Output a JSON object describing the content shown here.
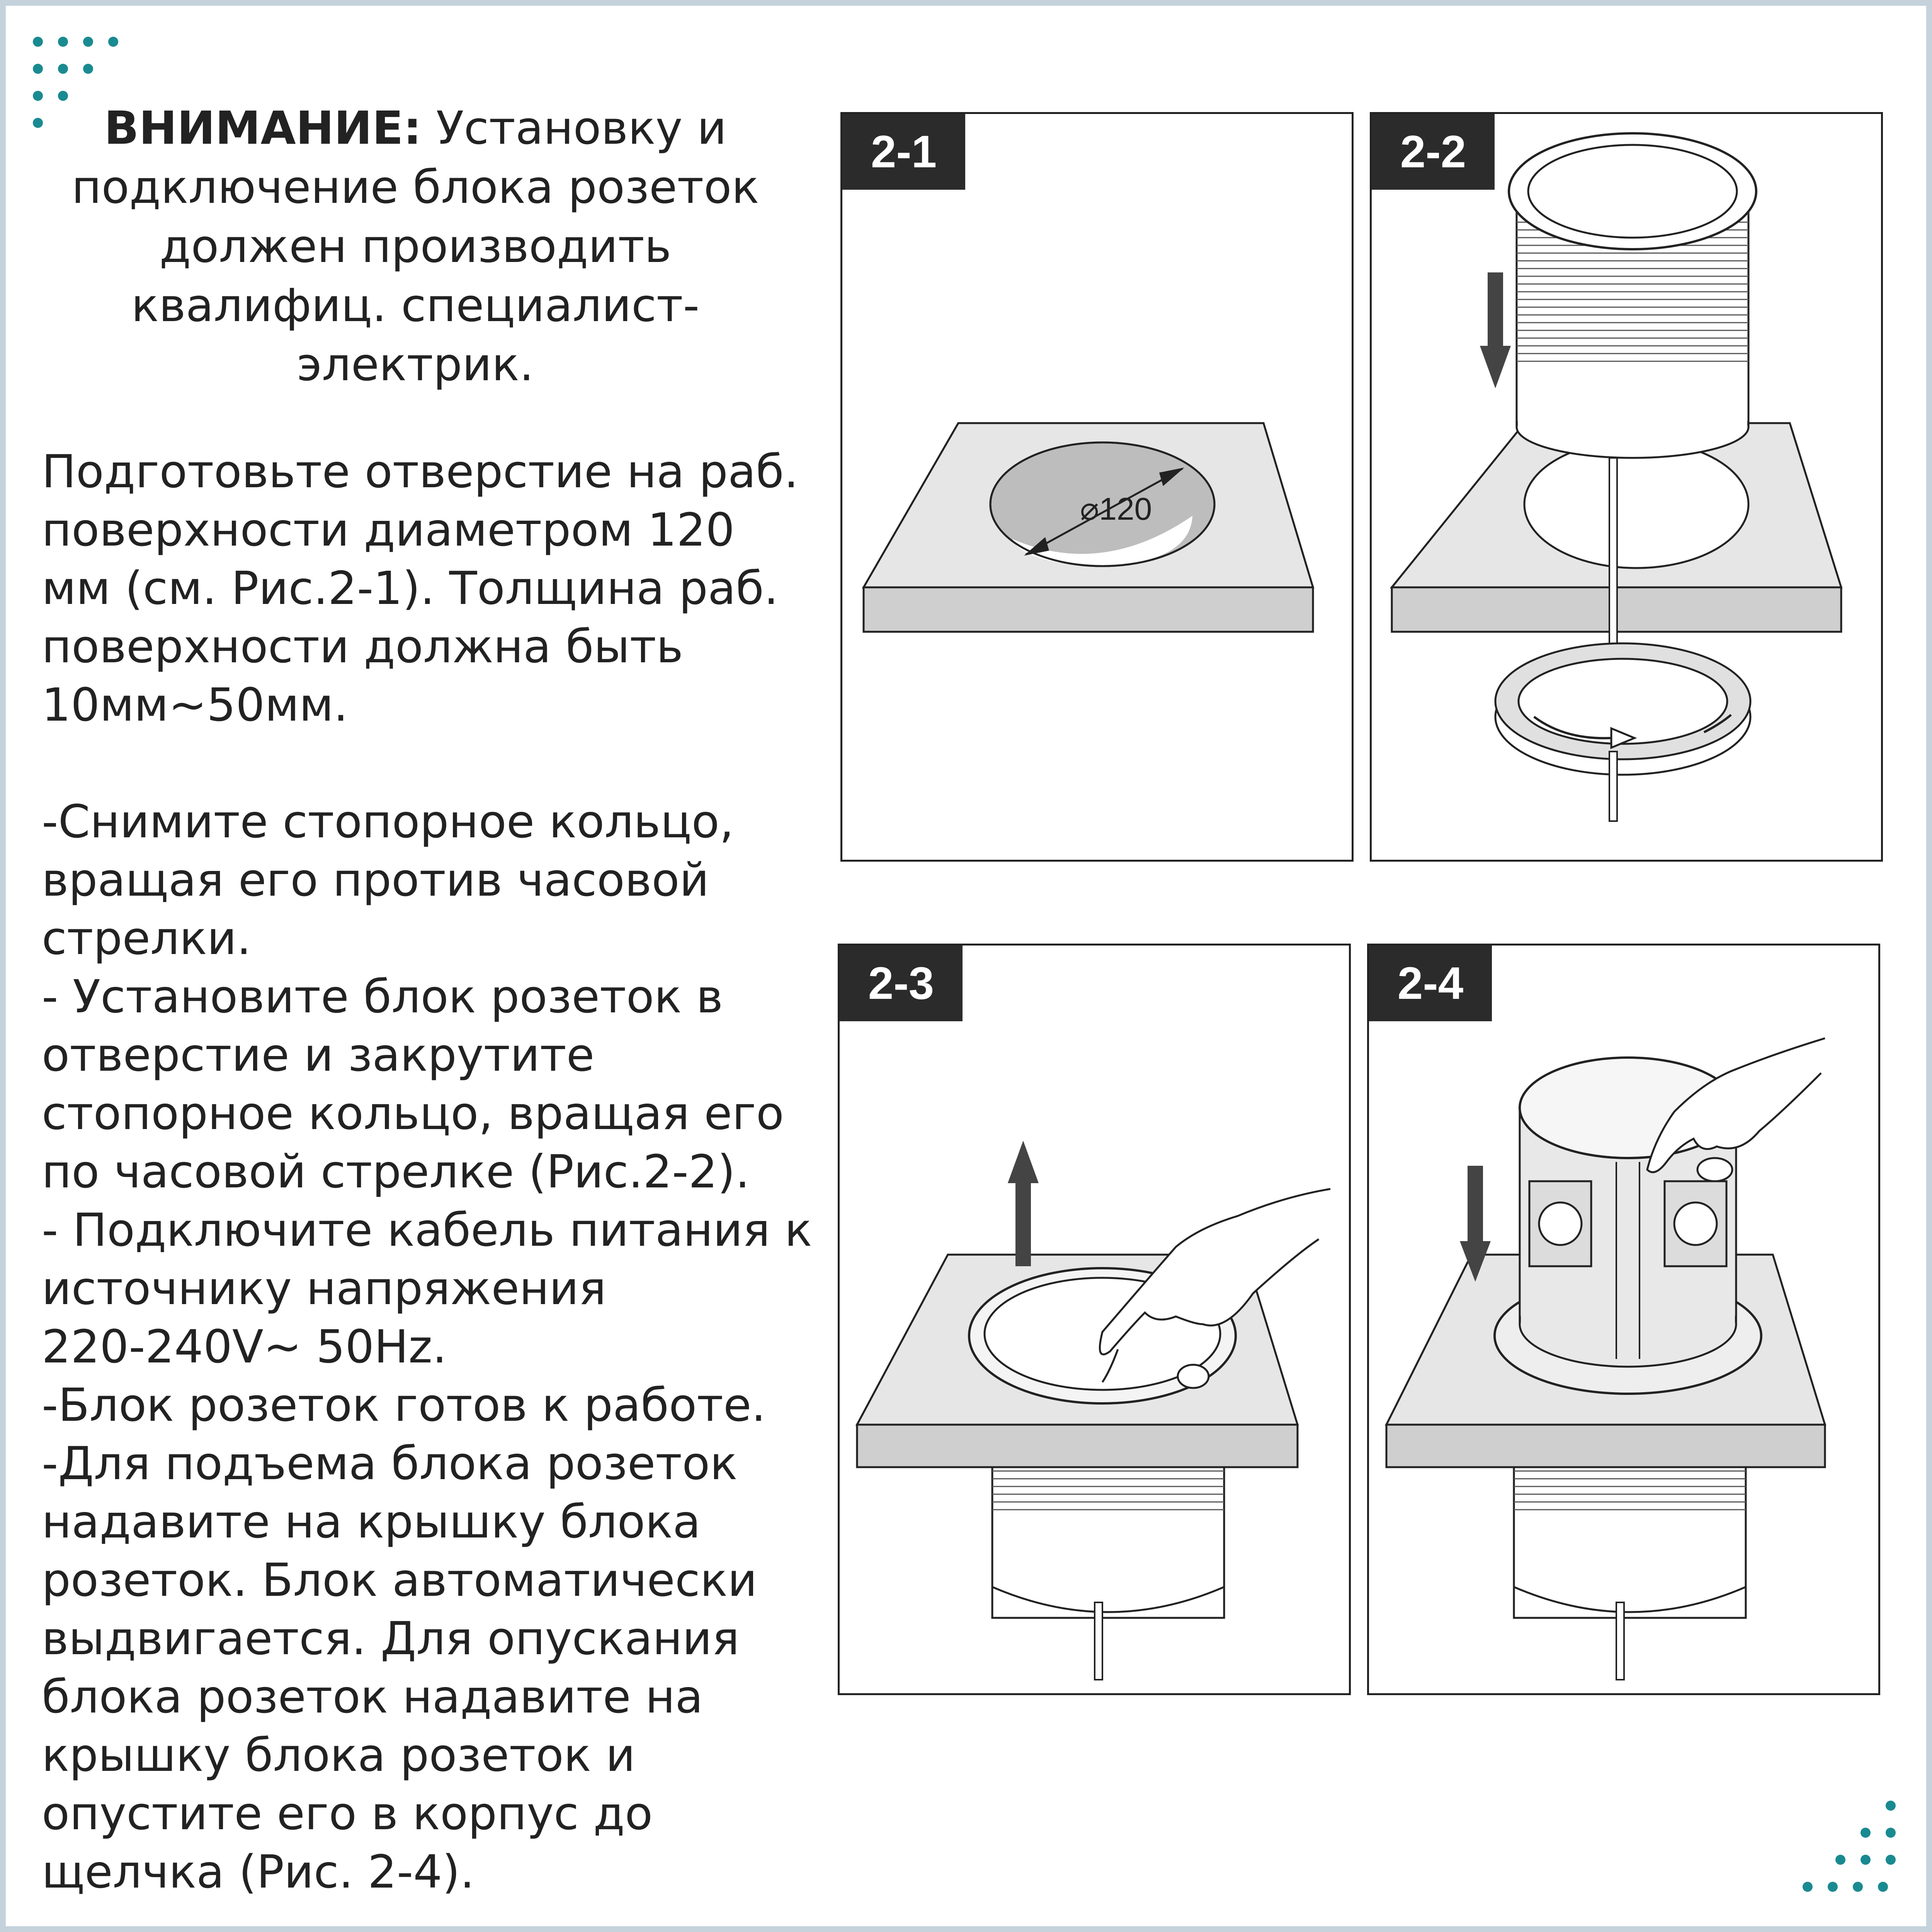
{
  "warning": {
    "title": "ВНИМАНИЕ:",
    "line1": "Установку и",
    "line2": "подключение блока розеток",
    "line3": "должен производить",
    "line4": "квалифиц. специалист-",
    "line5": "электрик."
  },
  "instructions": [
    "Подготовьте отверстие на раб.",
    "поверхности диаметром 120",
    "мм (см. Рис.2-1). Толщина раб.",
    "поверхности должна быть",
    "10мм~50мм.",
    "",
    "-Снимите стопорное кольцо,",
    "вращая его против часовой",
    "стрелки.",
    "- Установите блок розеток в",
    "отверстие и закрутите",
    "стопорное кольцо, вращая его",
    "по часовой стрелке (Рис.2-2).",
    "- Подключите кабель питания к",
    "источнику напряжения",
    "220-240V~ 50Hz.",
    "-Блок розеток готов к работе.",
    "-Для подъема блока розеток",
    "надавите на крышку блока",
    "розеток. Блок автоматически",
    "выдвигается. Для опускания",
    "блока розеток надавите на",
    "крышку блока розеток и",
    "опустите его в корпус до",
    "щелчка (Рис. 2-4)."
  ],
  "figures": [
    {
      "label": "2-1",
      "dimension": "⌀120"
    },
    {
      "label": "2-2"
    },
    {
      "label": "2-3"
    },
    {
      "label": "2-4"
    }
  ],
  "colors": {
    "accent": "#1a8a91",
    "border": "#c5d2dc",
    "tag_bg": "#2b2b2b",
    "surface": "#e6e6e6"
  }
}
